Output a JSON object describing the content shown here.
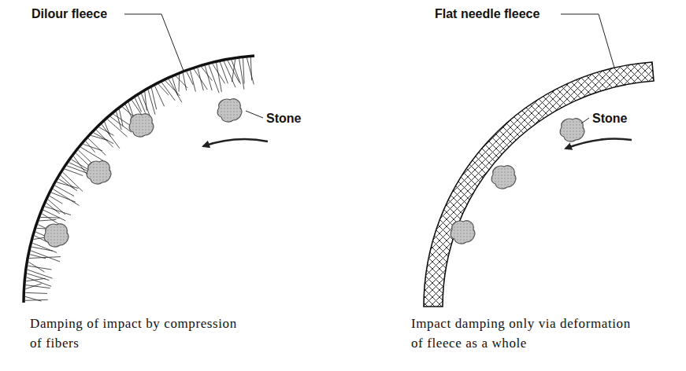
{
  "diagram": {
    "labels": [
      "Dilour fleece",
      "Stone",
      "Flat needle fleece",
      "Stone",
      "Damping of impact by compression of fibers",
      "Impact damping only via deformation of fleece as a whole"
    ]
  }
}
